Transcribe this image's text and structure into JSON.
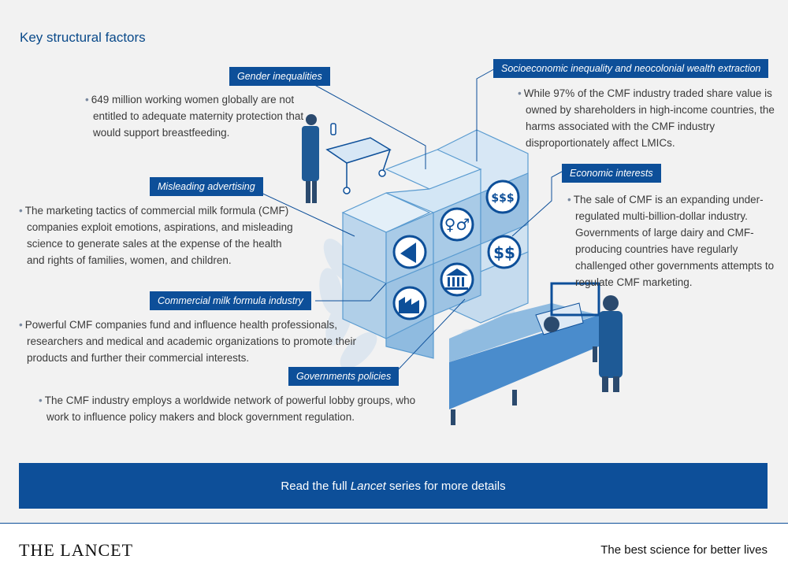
{
  "title": "Key structural factors",
  "factors": {
    "gender": {
      "label": "Gender inequalities",
      "text": "649 million working women globally are not entitled to adequate maternity protection that would support breastfeeding."
    },
    "advertising": {
      "label": "Misleading advertising",
      "text": "The marketing tactics of commercial milk formula (CMF) companies exploit emotions, aspirations, and misleading science to generate sales at the expense of the health and rights of families, women, and children."
    },
    "industry": {
      "label": "Commercial milk formula industry",
      "text": "Powerful CMF companies fund and influence health professionals, researchers and medical and academic organizations to promote their products and further their commercial interests."
    },
    "policies": {
      "label": "Governments policies",
      "text": "The CMF industry employs a worldwide network of powerful lobby groups, who work to influence policy makers and block government regulation."
    },
    "socioeconomic": {
      "label": "Socioeconomic inequality and neocolonial wealth extraction",
      "text": "While 97% of the CMF industry traded share value is owned by shareholders in high-income countries, the harms associated with the CMF industry disproportionately affect LMICs."
    },
    "economic": {
      "label": "Economic interests",
      "text": "The sale of CMF is an expanding under-regulated multi-billion-dollar industry. Governments of large dairy and CMF-producing countries have regularly challenged other governments attempts to regulate CMF marketing."
    }
  },
  "cta": {
    "prefix": "Read the full ",
    "italic": "Lancet",
    "suffix": " series for more details"
  },
  "footer": {
    "brand": "THE LANCET",
    "tagline": "The best science for better lives"
  },
  "colors": {
    "primary": "#0d4f99",
    "cube_light": "#cfe2f1",
    "cube_mid": "#8fbbe0",
    "background": "#f2f2f2"
  },
  "icons": [
    "bottle-baby-icon",
    "gender-icon",
    "money-coins-icon",
    "dollar-icon",
    "megaphone-icon",
    "government-building-icon",
    "factory-icon",
    "hospital-bed-icon",
    "doctor-icon"
  ]
}
